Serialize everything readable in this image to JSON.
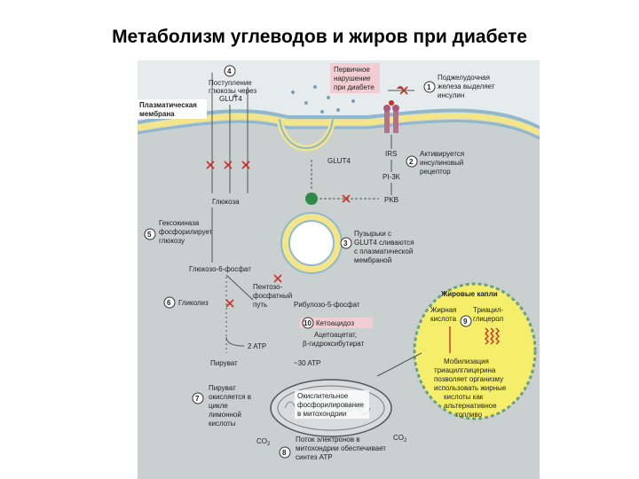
{
  "title": "Метаболизм углеводов и жиров при диабете",
  "labels": {
    "glucose_entry": [
      "Поступление",
      "глюкозы через",
      "GLUT4"
    ],
    "plasma_membrane": [
      "Плазматическая",
      "мембрана"
    ],
    "primary_disorder": [
      "Первичное",
      "нарушение",
      "при диабете"
    ],
    "pancreas": [
      "Поджелудочная",
      "железа выделяет",
      "инсулин"
    ],
    "glut4": "GLUT4",
    "irs": "IRS",
    "insulin_receptor": [
      "Активируется",
      "инсулиновый",
      "рецептор"
    ],
    "pi3k": "PI-3K",
    "pkb": "PKB",
    "glucose": "Глюкоза",
    "hexokinase": [
      "Гексокиназа",
      "фосфорилирует",
      "глюкозу"
    ],
    "vesicles": [
      "Пузырьки с",
      "GLUT4 сливаются",
      "с плазматической",
      "мембраной"
    ],
    "g6p": "Глюкозо-6-фосфат",
    "pentose": [
      "Пентозо-",
      "фосфатный",
      "путь"
    ],
    "glycolysis": "Гликолиз",
    "ribulose": "Рибулозо-5-фосфат",
    "ketoacidosis": "Кетоацидоз",
    "acetoacetate": [
      "Ацетоацетат,",
      "β-гидроксибутират"
    ],
    "atp2": "2 ATP",
    "atp30": "~30 ATP",
    "pyruvate": "Пируват",
    "pyruvate_oxidized": [
      "Пируват",
      "окисляется в",
      "цикле",
      "лимонной",
      "кислоты"
    ],
    "oxidative": [
      "Окислительное",
      "фосфорилирование",
      "в митохондрии"
    ],
    "co2": "CO",
    "electron_flow": [
      "Поток электронов в",
      "митохондрии обеспечивает",
      "синтез ATP"
    ],
    "fat_droplets": "Жировые капли",
    "fatty_acid": [
      "Жирная",
      "кислота"
    ],
    "triacylglycerol": [
      "Триацил-",
      "глицерол"
    ],
    "mobilization": [
      "Мобилизация",
      "триацилглицерина",
      "позволяет организму",
      "использовать жирные",
      "кислоты как",
      "альтернативное",
      "топливо"
    ]
  },
  "steps": [
    "1",
    "2",
    "3",
    "4",
    "5",
    "6",
    "7",
    "8",
    "9",
    "10"
  ],
  "colors": {
    "cell": "#c9d0cf",
    "outside": "#e6ecee",
    "membrane": "#f3e58a",
    "membrane_blue": "#8fb8cf",
    "highlight": "#f2cdd2",
    "fat": "#f4ee6a",
    "block": "#c8312a",
    "pi3k_green": "#2e8b4a"
  }
}
